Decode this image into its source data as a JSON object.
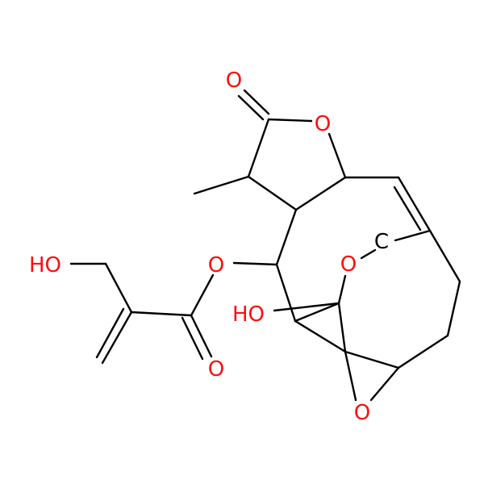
{
  "molecule": {
    "colors": {
      "bond": "#000000",
      "oxygen": "#ff0d0d",
      "carbon": "#000000",
      "background": "#ffffff"
    },
    "labels": {
      "ho_left": "HO",
      "ho_right": "HO",
      "o_carbonyl_top": "O",
      "o_ring_lactone": "O",
      "o_ester": "O",
      "o_ester_carbonyl": "O",
      "o_bridge": "O",
      "c_bridge": "C",
      "o_epoxide": "O"
    }
  }
}
